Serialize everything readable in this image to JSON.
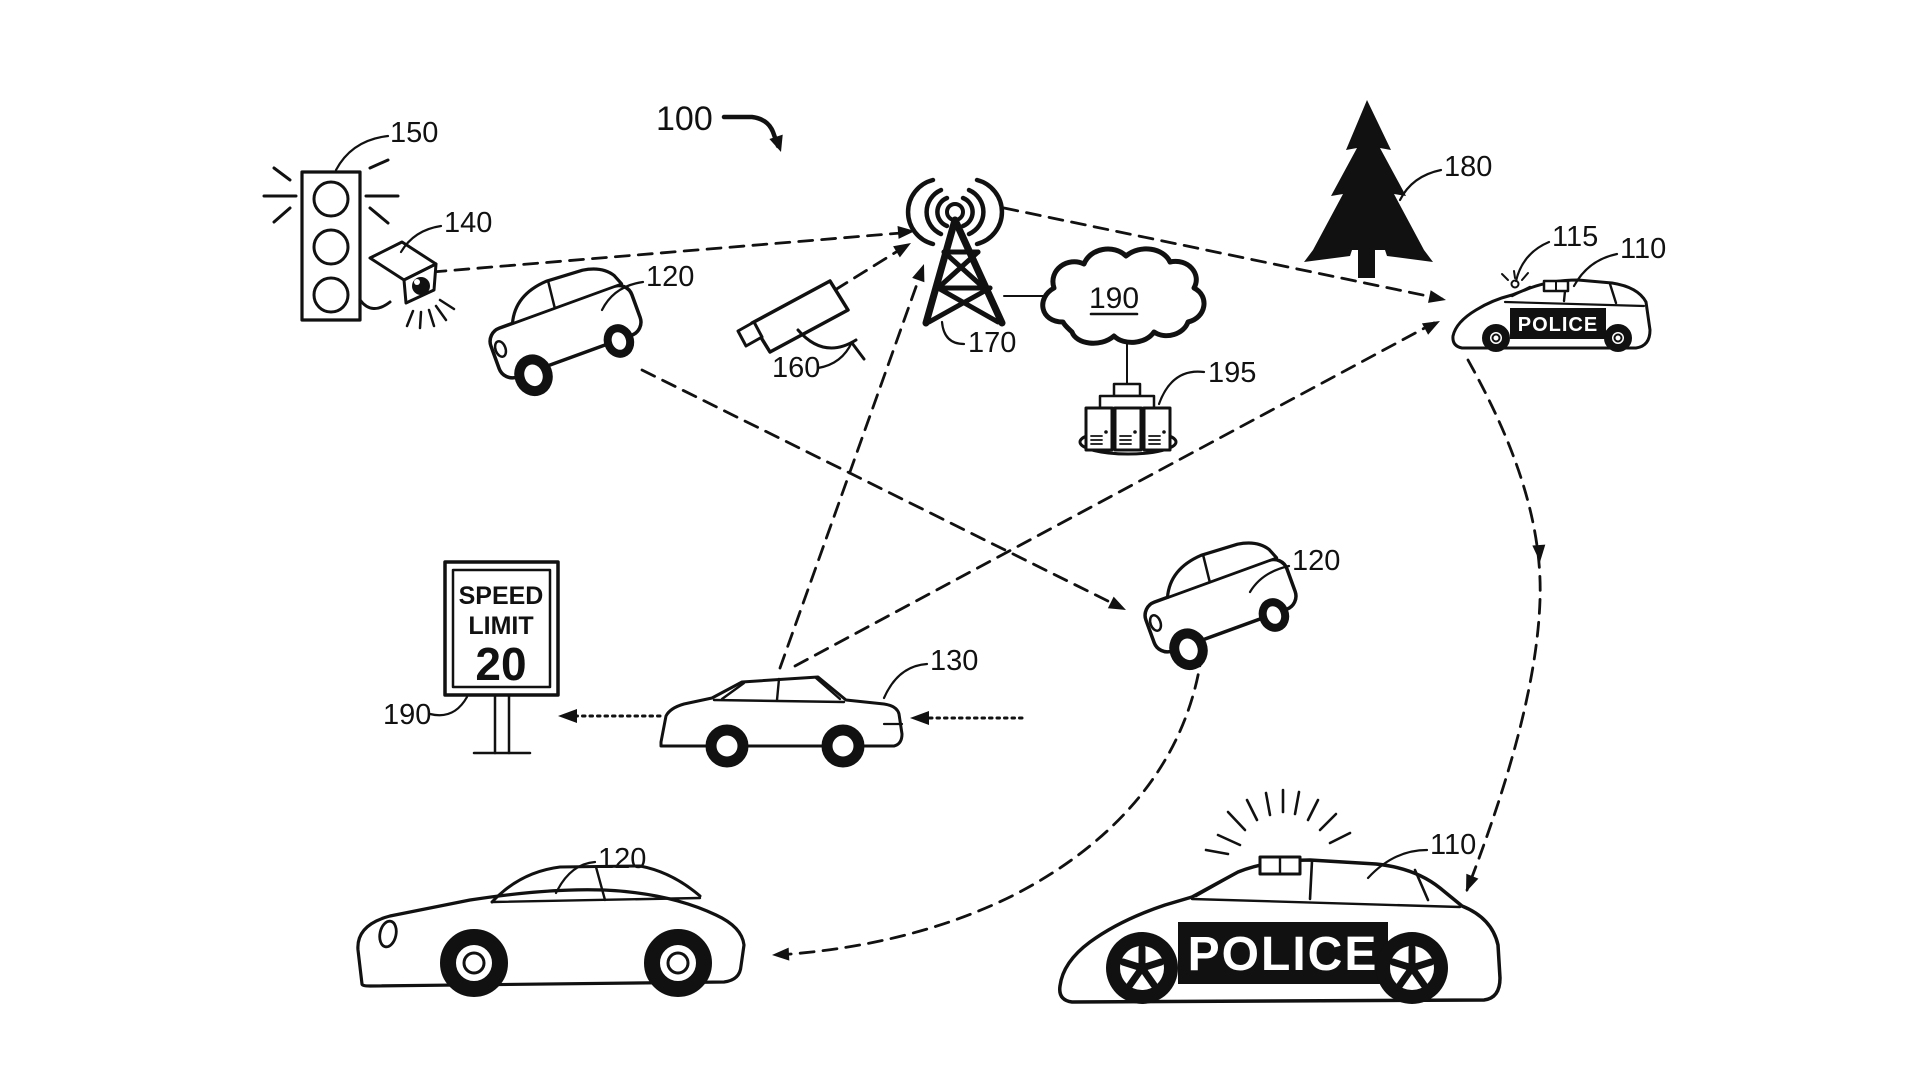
{
  "figure": {
    "system_ref": "100",
    "labels": {
      "traffic_light": "150",
      "traffic_camera": "140",
      "car_top_left": "120",
      "roadside_camera": "160",
      "radio_tower": "170",
      "network_cloud": "190",
      "server_cluster": "195",
      "tree": "180",
      "rooftop_sensor": "115",
      "police_car_small": "110",
      "speed_limit_sign": "190",
      "sedan": "130",
      "car_middle_right": "120",
      "sports_car": "120",
      "police_car_large": "110"
    },
    "sign": {
      "line1": "SPEED",
      "line2": "LIMIT",
      "value": "20"
    },
    "police_text": {
      "small": "POLICE",
      "large": "POLICE"
    },
    "colors": {
      "ink": "#111111",
      "paper": "#ffffff"
    }
  }
}
